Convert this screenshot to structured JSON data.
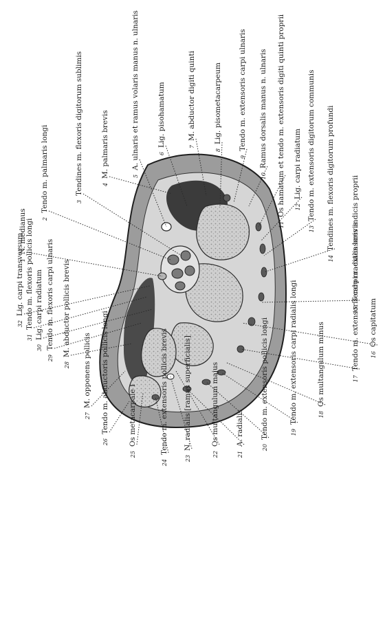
{
  "labels": [
    {
      "text": "N. medianus",
      "num": "1"
    },
    {
      "text": "Tendo m. palmaris longi",
      "num": "2"
    },
    {
      "text": "Tendines m. flexoris digitorum sublimis",
      "num": "3"
    },
    {
      "text": "M. palmaris brevis",
      "num": "4"
    },
    {
      "text": "A. ulnaris et ramus volaris manus n. ulnaris",
      "num": "5"
    },
    {
      "text": "Lig. pisohamatum",
      "num": "6"
    },
    {
      "text": "M. abductor digiti quinti",
      "num": "7"
    },
    {
      "text": "Lig. pisometacarpeum",
      "num": "8"
    },
    {
      "text": "Tendo m. extensoris carpi ulnaris",
      "num": "9"
    },
    {
      "text": "Ramus dorsalis manus n. ulnaris",
      "num": "10"
    },
    {
      "text": "Os hamatum et tendo m. extensoris digiti quinti proprii",
      "num": "11"
    },
    {
      "text": "Lig. carpi radiatum",
      "num": "12"
    },
    {
      "text": "Tendo m. extensoris digitorum communis",
      "num": "13"
    },
    {
      "text": "Tendines m. flexoris digitorum profundi",
      "num": "14"
    },
    {
      "text": "Tendo m. extensoris indicis proprii",
      "num": "15"
    },
    {
      "text": "Os capitatum",
      "num": "16"
    },
    {
      "text": "Tendo m. extensoris carpi radialis brevis",
      "num": "17"
    },
    {
      "text": "Os multangulum minus",
      "num": "18"
    },
    {
      "text": "Tendo m. extensoris carpi radialis longi",
      "num": "19"
    },
    {
      "text": "Tendo m. extensoris pollicis longi",
      "num": "20"
    },
    {
      "text": "A. radialis",
      "num": "21"
    },
    {
      "text": "Os multangulum majus",
      "num": "22"
    },
    {
      "text": "N. radialis [ramus superficialis]",
      "num": "23"
    },
    {
      "text": "Tendo m. extensoris pollicis brevis",
      "num": "24"
    },
    {
      "text": "Os metacarpale I",
      "num": "25"
    },
    {
      "text": "Tendo m. abductoris pollicis longi",
      "num": "26"
    },
    {
      "text": "M. opponens pollicis",
      "num": "27"
    },
    {
      "text": "M. abductor pollicis brevis",
      "num": "28"
    },
    {
      "text": "Tendo m. flexoris carpi ulnaris",
      "num": "29"
    },
    {
      "text": "Lig. carpi radiatum",
      "num": "30"
    },
    {
      "text": "Tendo m. flexoris pollicis longi",
      "num": "31"
    },
    {
      "text": "Lig. carpi transversum",
      "num": "32"
    }
  ]
}
